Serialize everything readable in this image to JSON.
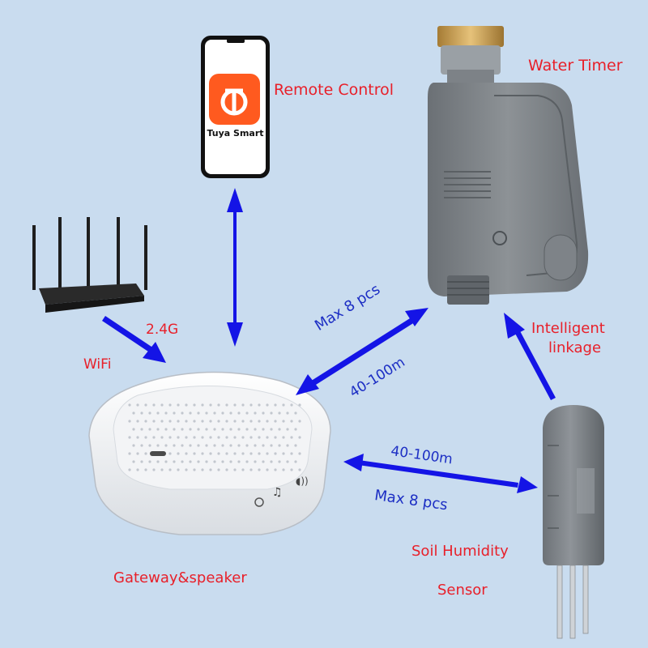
{
  "phone": {
    "app_name": "Tuya Smart",
    "label": "Remote Control"
  },
  "router": {
    "band": "2.4G",
    "type": "WiFi"
  },
  "gateway": {
    "label": "Gateway&speaker"
  },
  "water_timer": {
    "label": "Water Timer"
  },
  "sensor": {
    "label_line1": "Soil Humidity",
    "label_line2": "Sensor"
  },
  "links": {
    "gateway_timer": {
      "capacity": "Max 8 pcs",
      "range": "40-100m"
    },
    "gateway_sensor": {
      "range": "40-100m",
      "capacity": "Max 8 pcs"
    },
    "sensor_timer": {
      "line1": "Intelligent",
      "line2": "linkage"
    }
  },
  "colors": {
    "background": "#c9dcef",
    "arrow": "#1414e6",
    "label_red": "#e8202a",
    "label_blue": "#1d2fc4",
    "brand_orange": "#ff5a1f"
  }
}
